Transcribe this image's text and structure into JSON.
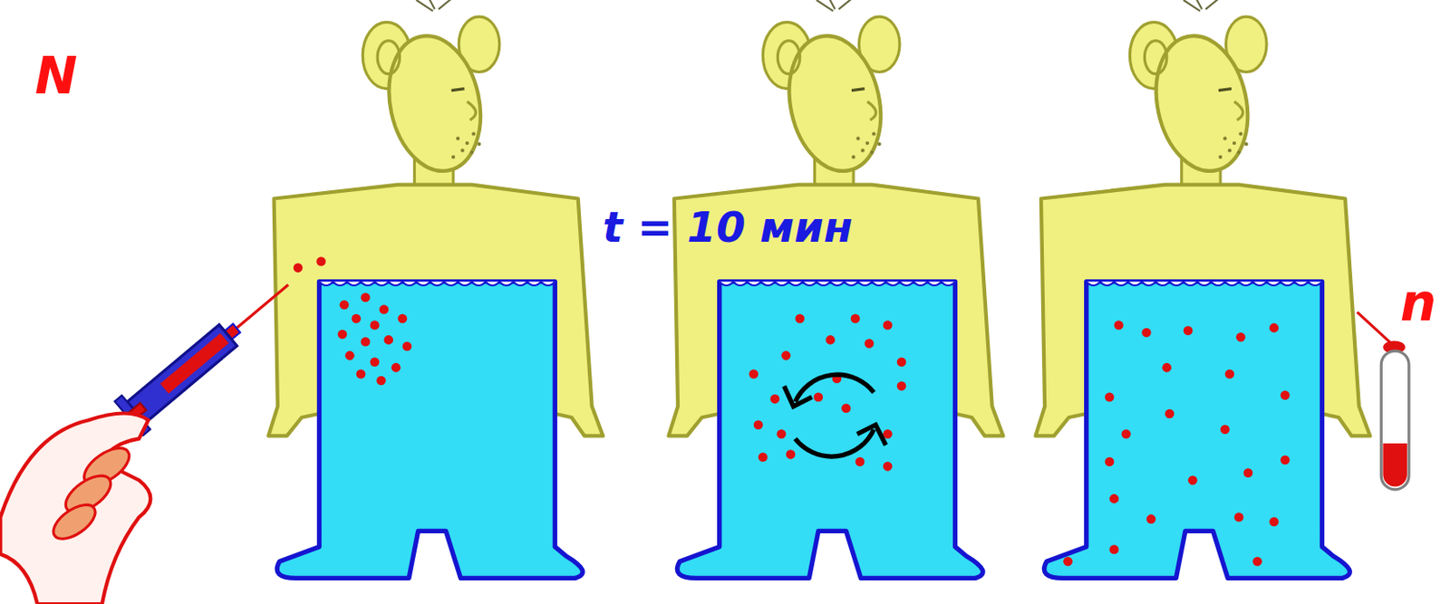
{
  "diagram": {
    "labels": [
      "N",
      "t = 10 мин",
      "n"
    ]
  }
}
